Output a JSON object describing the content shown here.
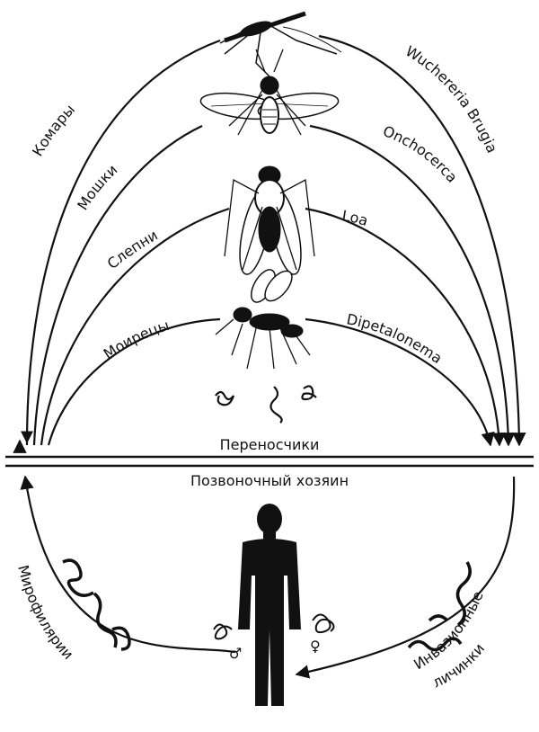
{
  "vectors": {
    "left": [
      "Комары",
      "Мошки",
      "Слепни",
      "Моирецы"
    ],
    "right": [
      "Wuchereria Brugia",
      "Onchocerca",
      "Loa",
      "Dipetalonema"
    ]
  },
  "divider": {
    "top_label": "Переносчики",
    "bottom_label": "Позвоночный хозяин"
  },
  "host_cycle": {
    "left_label": "Мирофилярии",
    "right_label_line1": "Инвазионные",
    "right_label_line2": "личинки",
    "male_symbol": "♂",
    "female_symbol": "♀"
  }
}
